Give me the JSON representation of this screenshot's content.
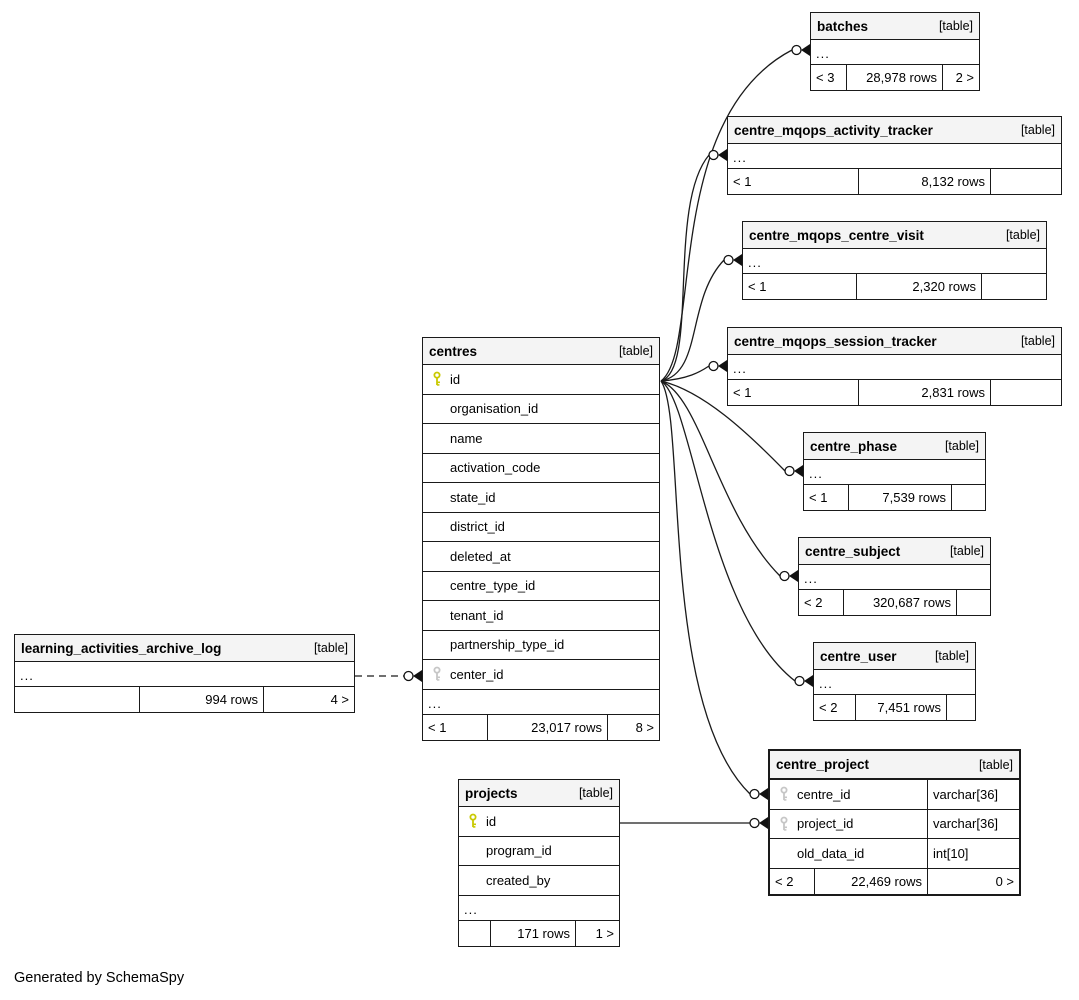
{
  "diagram_credit": "Generated by SchemaSpy",
  "colors": {
    "pk_key": "#c9c900",
    "fk_key": "#c6c6c6",
    "header_bg": "#f4f4f4",
    "line": "#1a1a1a"
  },
  "tables": [
    {
      "name": "centres",
      "badge": "[table]",
      "columns": [
        {
          "name": "id",
          "key": "pk"
        },
        {
          "name": "organisation_id"
        },
        {
          "name": "name"
        },
        {
          "name": "activation_code"
        },
        {
          "name": "state_id"
        },
        {
          "name": "district_id"
        },
        {
          "name": "deleted_at"
        },
        {
          "name": "centre_type_id"
        },
        {
          "name": "tenant_id"
        },
        {
          "name": "partnership_type_id"
        },
        {
          "name": "center_id",
          "key": "fk"
        }
      ],
      "ellipsis": "...",
      "footer": {
        "left": "< 1",
        "center": "23,017 rows",
        "right": "8 >"
      }
    },
    {
      "name": "batches",
      "badge": "[table]",
      "ellipsis": "...",
      "footer": {
        "left": "< 3",
        "center": "28,978 rows",
        "right": "2 >"
      }
    },
    {
      "name": "centre_mqops_activity_tracker",
      "badge": "[table]",
      "ellipsis": "...",
      "footer": {
        "left": "< 1",
        "center": "8,132 rows",
        "right": ""
      }
    },
    {
      "name": "centre_mqops_centre_visit",
      "badge": "[table]",
      "ellipsis": "...",
      "footer": {
        "left": "< 1",
        "center": "2,320 rows",
        "right": ""
      }
    },
    {
      "name": "centre_mqops_session_tracker",
      "badge": "[table]",
      "ellipsis": "...",
      "footer": {
        "left": "< 1",
        "center": "2,831 rows",
        "right": ""
      }
    },
    {
      "name": "centre_phase",
      "badge": "[table]",
      "ellipsis": "...",
      "footer": {
        "left": "< 1",
        "center": "7,539 rows",
        "right": ""
      }
    },
    {
      "name": "centre_subject",
      "badge": "[table]",
      "ellipsis": "...",
      "footer": {
        "left": "< 2",
        "center": "320,687 rows",
        "right": ""
      }
    },
    {
      "name": "centre_user",
      "badge": "[table]",
      "ellipsis": "...",
      "footer": {
        "left": "< 2",
        "center": "7,451 rows",
        "right": ""
      }
    },
    {
      "name": "centre_project",
      "badge": "[table]",
      "columns": [
        {
          "name": "centre_id",
          "type": "varchar[36]",
          "key": "fk"
        },
        {
          "name": "project_id",
          "type": "varchar[36]",
          "key": "fk"
        },
        {
          "name": "old_data_id",
          "type": "int[10]"
        }
      ],
      "footer": {
        "left": "< 2",
        "center": "22,469 rows",
        "right": "0 >"
      }
    },
    {
      "name": "projects",
      "badge": "[table]",
      "columns": [
        {
          "name": "id",
          "key": "pk"
        },
        {
          "name": "program_id"
        },
        {
          "name": "created_by"
        }
      ],
      "ellipsis": "...",
      "footer": {
        "left": "",
        "center": "171 rows",
        "right": "1 >"
      }
    },
    {
      "name": "learning_activities_archive_log",
      "badge": "[table]",
      "ellipsis": "...",
      "footer": {
        "left": "",
        "center": "994 rows",
        "right": "4 >"
      }
    }
  ],
  "edges": [
    {
      "from": "centres.id",
      "to": "batches",
      "style": "solid"
    },
    {
      "from": "centres.id",
      "to": "centre_mqops_activity_tracker",
      "style": "solid"
    },
    {
      "from": "centres.id",
      "to": "centre_mqops_centre_visit",
      "style": "solid"
    },
    {
      "from": "centres.id",
      "to": "centre_mqops_session_tracker",
      "style": "solid"
    },
    {
      "from": "centres.id",
      "to": "centre_phase",
      "style": "solid"
    },
    {
      "from": "centres.id",
      "to": "centre_subject",
      "style": "solid"
    },
    {
      "from": "centres.id",
      "to": "centre_user",
      "style": "solid"
    },
    {
      "from": "centres.id",
      "to": "centre_project.centre_id",
      "style": "solid"
    },
    {
      "from": "projects.id",
      "to": "centre_project.project_id",
      "style": "solid"
    },
    {
      "from": "learning_activities_archive_log",
      "to": "centres.center_id",
      "style": "dashed"
    }
  ]
}
